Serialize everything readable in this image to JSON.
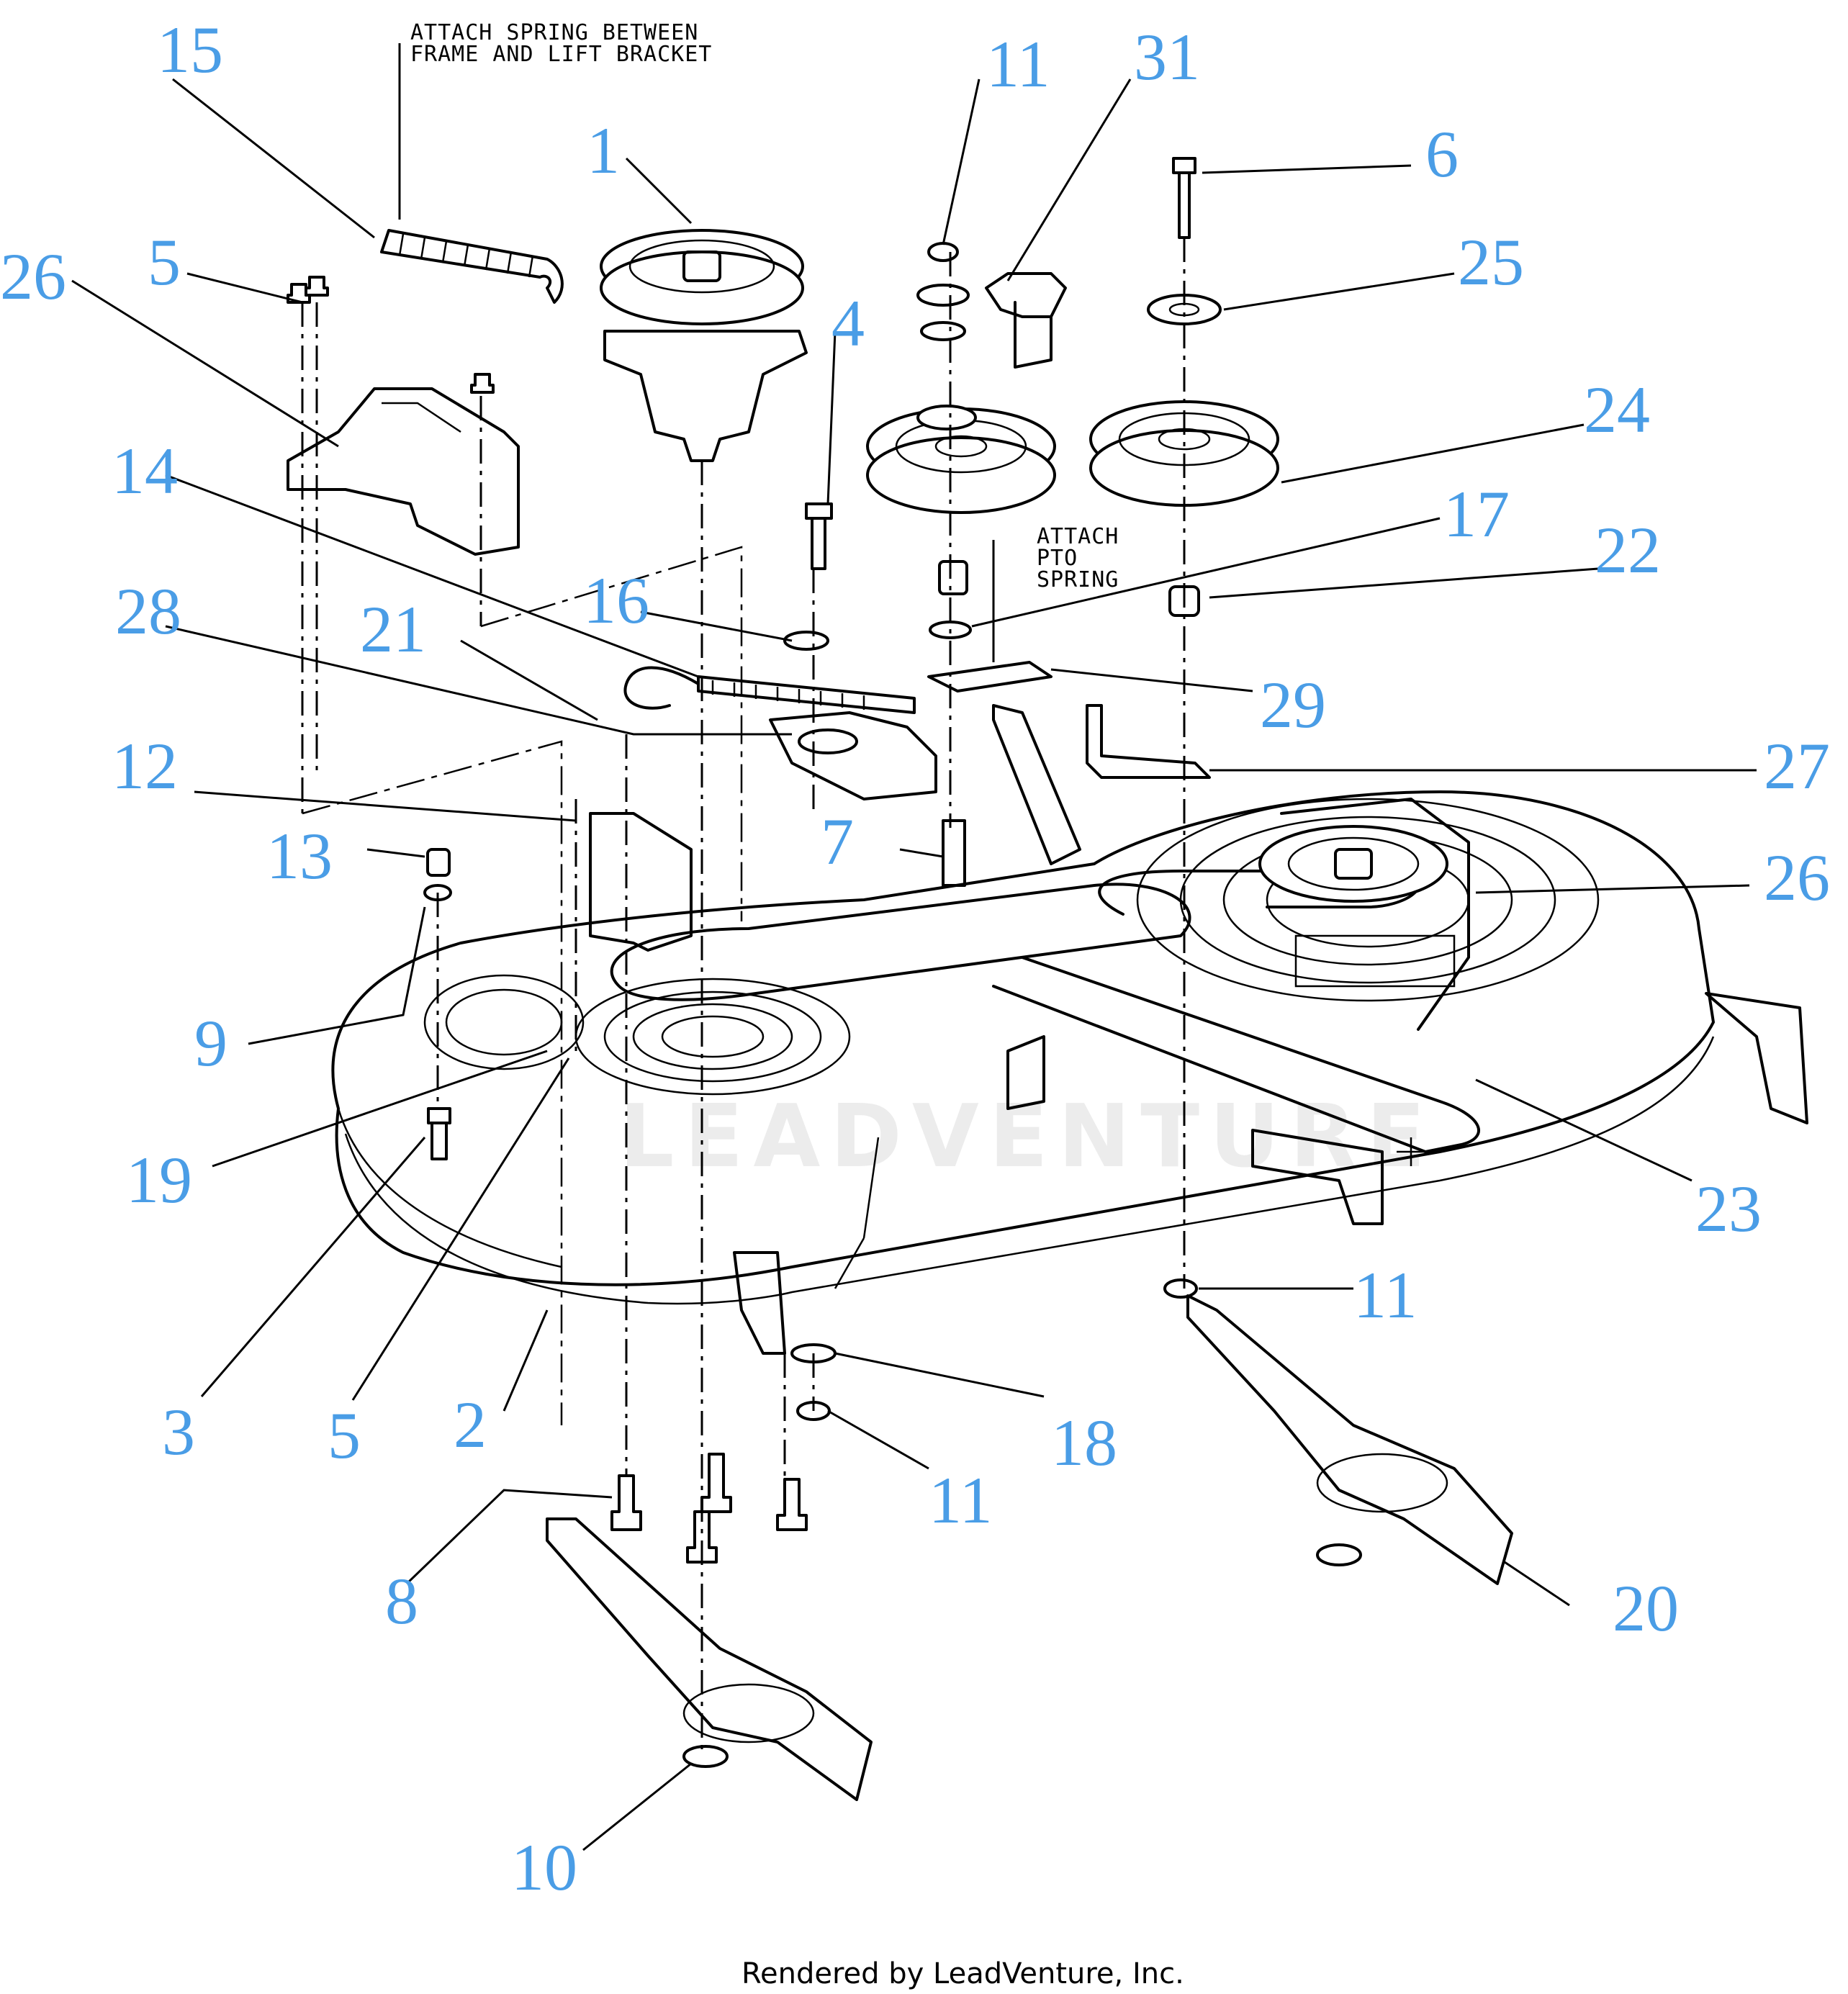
{
  "diagram": {
    "notes": {
      "spring_note_line1": "ATTACH SPRING BETWEEN",
      "spring_note_line2": "FRAME AND LIFT BRACKET",
      "pto_note_line1": "ATTACH",
      "pto_note_line2": "PTO",
      "pto_note_line3": "SPRING"
    },
    "watermark": "LEADVENTURE",
    "footer": "Rendered by LeadVenture, Inc.",
    "callouts": {
      "c15": "15",
      "c1": "1",
      "c11a": "11",
      "c31": "31",
      "c6": "6",
      "c26a": "26",
      "c5a": "5",
      "c25": "25",
      "c4": "4",
      "c24": "24",
      "c14": "14",
      "c17": "17",
      "c22": "22",
      "c28": "28",
      "c16": "16",
      "c21": "21",
      "c29": "29",
      "c27": "27",
      "c12": "12",
      "c7": "7",
      "c13": "13",
      "c26b": "26",
      "c9": "9",
      "c19": "19",
      "c23": "23",
      "c11b": "11",
      "c3": "3",
      "c5b": "5",
      "c2": "2",
      "c18": "18",
      "c11c": "11",
      "c20": "20",
      "c8": "8",
      "c10": "10"
    },
    "colors": {
      "callout": "#4a9de6",
      "line": "#000000"
    }
  }
}
